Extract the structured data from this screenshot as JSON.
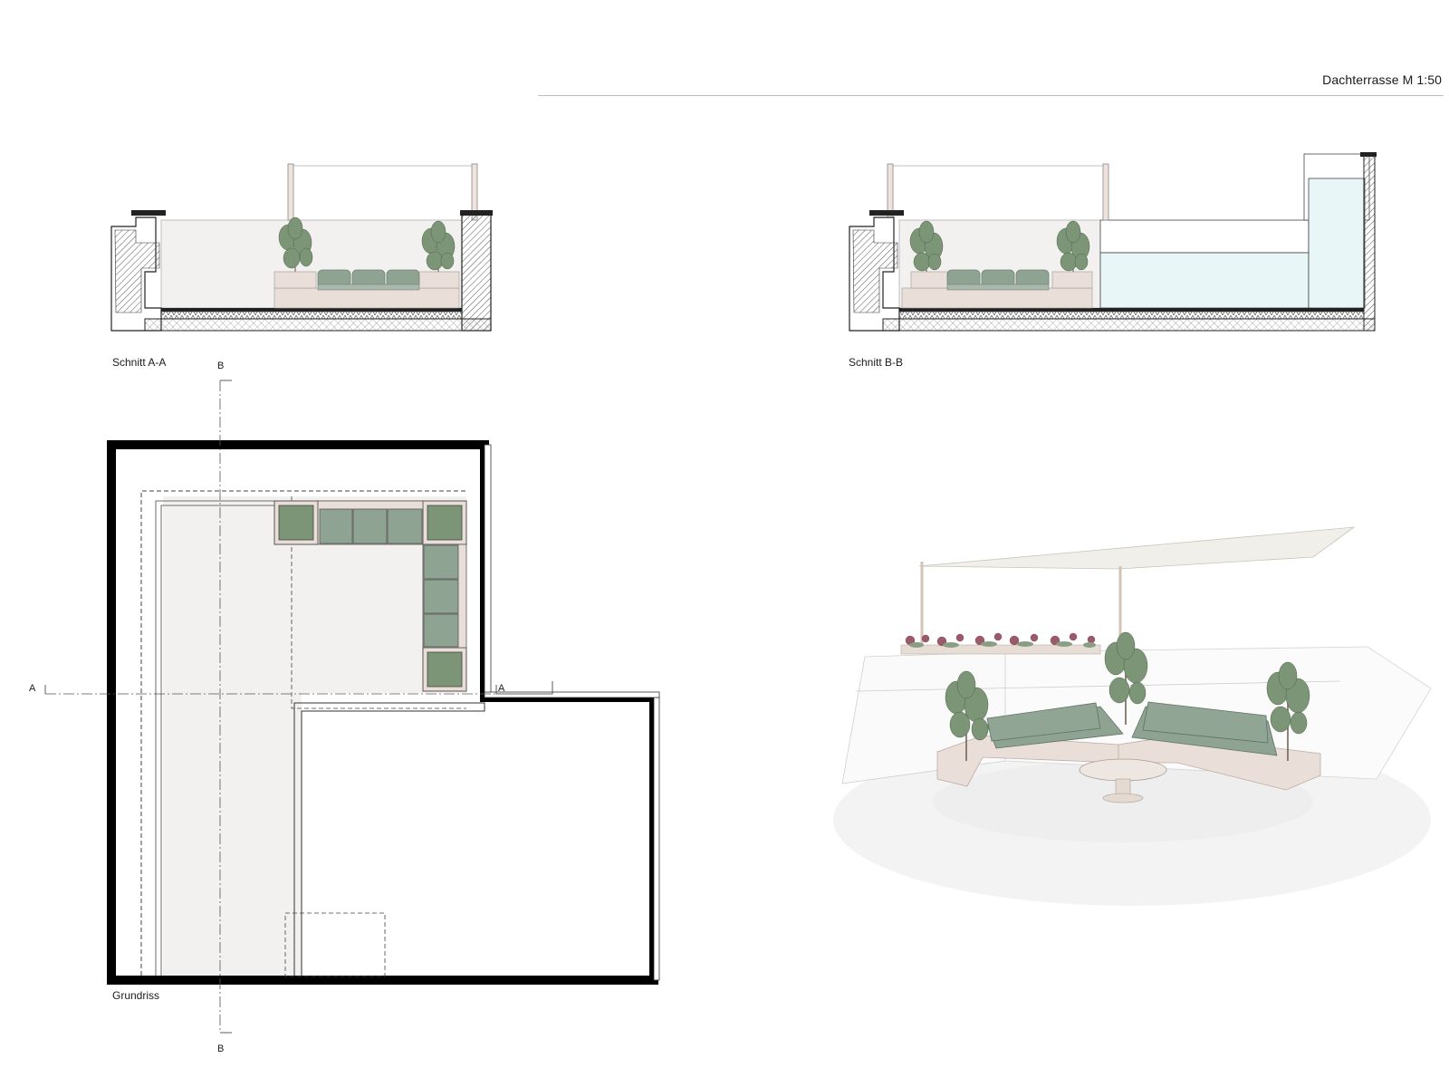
{
  "sheet": {
    "title": "Dachterrasse M 1:50"
  },
  "captions": {
    "section_aa": "Schnitt A-A",
    "section_bb": "Schnitt B-B",
    "floor_plan": "Grundriss"
  },
  "section_markers": {
    "a_left": "A",
    "a_right": "A",
    "b_top": "B",
    "b_bottom": "B"
  },
  "colors": {
    "cushion_green": "#8fa393",
    "wood": "#eadfd8",
    "wall_fill": "#f2f1ef",
    "glass": "#e8f6f8",
    "shade_sail": "#f1efea",
    "plant": "#6f8a6a",
    "flower": "#9a5a6a"
  }
}
